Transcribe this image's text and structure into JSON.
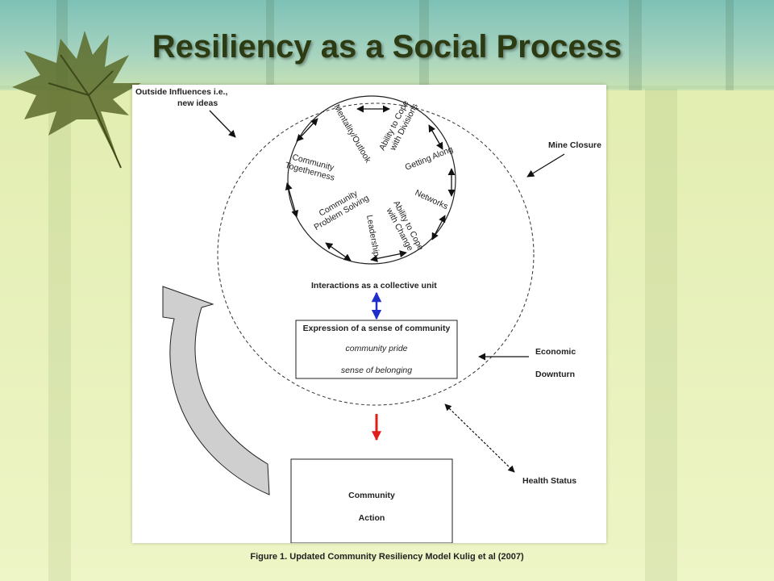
{
  "title": "Resiliency as a Social Process",
  "caption": "Figure 1. Updated Community Resiliency Model Kulig et al (2007)",
  "diagram": {
    "outside_influences": [
      "Outside Influences i.e.,",
      "new ideas"
    ],
    "mine_closure": "Mine Closure",
    "economic_downturn": [
      "Economic",
      "Downturn"
    ],
    "health_status": "Health Status",
    "wheel_segments": {
      "mentality": "Mentality/Outlook",
      "cope_divisions": [
        "Ability to Cope",
        "with Divisions"
      ],
      "getting_along": "Getting Along",
      "networks": "Networks",
      "cope_change": [
        "Ability to Cope",
        "with Change"
      ],
      "leadership": "Leadership",
      "problem_solving": [
        "Community",
        "Problem Solving"
      ],
      "togetherness": [
        "Community",
        "Togetherness"
      ]
    },
    "interactions": "Interactions as a collective unit",
    "sense_box": {
      "heading": "Expression of a sense of community",
      "line1": "community pride",
      "line2": "sense of belonging"
    },
    "action_box": [
      "Community",
      "Action"
    ]
  },
  "colors": {
    "title": "#2c3b12",
    "up_down_arrow": "#1f2fc9",
    "down_arrow": "#e21b1b",
    "leaf": "#5c6b2a",
    "feedback_arrow_fill": "#cfcfcf"
  }
}
